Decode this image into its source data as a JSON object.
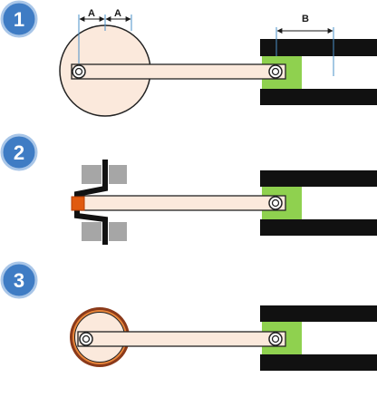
{
  "steps": [
    {
      "badge": "1"
    },
    {
      "badge": "2"
    },
    {
      "badge": "3"
    }
  ],
  "dimensions": {
    "a_left": "A",
    "a_right": "A",
    "b": "B"
  },
  "colors": {
    "badge": "#3f7cc4",
    "badge_outline": "#a9c6e8",
    "wheel_fill": "#fbe9dc",
    "rod_fill": "#fbe9dc",
    "cylinder": "#111111",
    "piston": "#8fd14f",
    "guide_gray": "#a6a6a6",
    "crank_black": "#111111",
    "crank_pin": "#e05a10",
    "ring_brown": "#8b3a1a",
    "ring_orange": "#e8853a",
    "dim_line": "#4a90c8"
  }
}
